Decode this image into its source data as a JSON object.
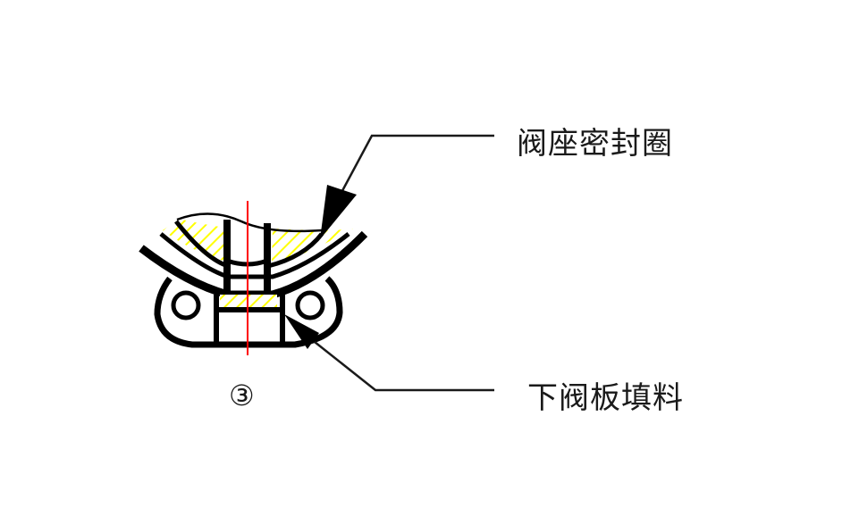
{
  "diagram": {
    "callouts": [
      {
        "id": "seat-seal-ring",
        "label": "阀座密封圈"
      },
      {
        "id": "lower-valve-plate-filler",
        "label": "下阀板填料"
      }
    ],
    "part_number": "③",
    "colors": {
      "outline": "#000000",
      "hatch": "#ffff00",
      "centerline": "#ff0000",
      "leader": "#1a1a1a",
      "background": "#ffffff"
    }
  }
}
